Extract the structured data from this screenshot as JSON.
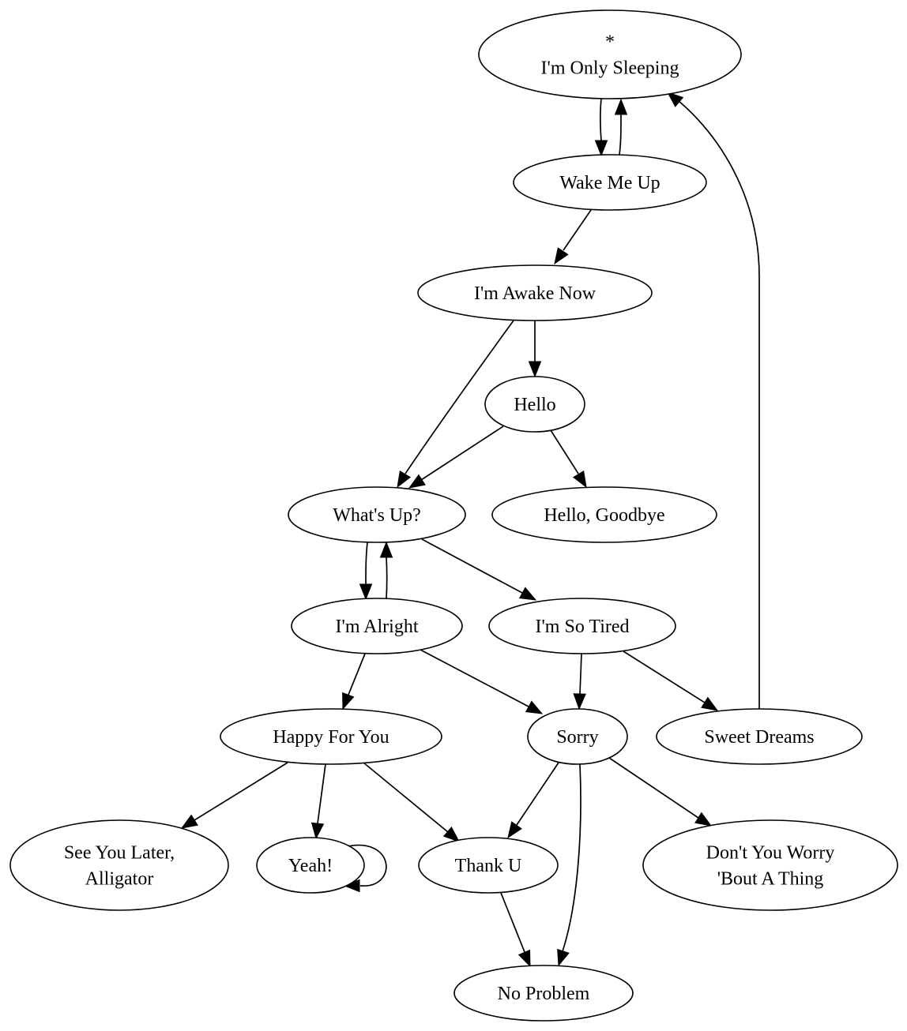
{
  "nodes": [
    {
      "id": "sleeping",
      "lines": [
        "*",
        "I'm Only Sleeping"
      ]
    },
    {
      "id": "wake",
      "lines": [
        "Wake Me Up"
      ]
    },
    {
      "id": "awake",
      "lines": [
        "I'm Awake Now"
      ]
    },
    {
      "id": "hello",
      "lines": [
        "Hello"
      ]
    },
    {
      "id": "whatsup",
      "lines": [
        "What's Up?"
      ]
    },
    {
      "id": "hellogoodbye",
      "lines": [
        "Hello, Goodbye"
      ]
    },
    {
      "id": "alright",
      "lines": [
        "I'm Alright"
      ]
    },
    {
      "id": "tired",
      "lines": [
        "I'm So Tired"
      ]
    },
    {
      "id": "happy",
      "lines": [
        "Happy For You"
      ]
    },
    {
      "id": "sorry",
      "lines": [
        "Sorry"
      ]
    },
    {
      "id": "sweet",
      "lines": [
        "Sweet Dreams"
      ]
    },
    {
      "id": "later",
      "lines": [
        "See You Later,",
        "Alligator"
      ]
    },
    {
      "id": "yeah",
      "lines": [
        "Yeah!"
      ]
    },
    {
      "id": "thanku",
      "lines": [
        "Thank U"
      ]
    },
    {
      "id": "worry",
      "lines": [
        "Don't You Worry",
        "'Bout A Thing"
      ]
    },
    {
      "id": "noproblem",
      "lines": [
        "No Problem"
      ]
    }
  ],
  "edges": [
    {
      "from": "sleeping",
      "to": "wake"
    },
    {
      "from": "wake",
      "to": "sleeping"
    },
    {
      "from": "wake",
      "to": "awake"
    },
    {
      "from": "awake",
      "to": "hello"
    },
    {
      "from": "awake",
      "to": "whatsup"
    },
    {
      "from": "hello",
      "to": "whatsup"
    },
    {
      "from": "hello",
      "to": "hellogoodbye"
    },
    {
      "from": "whatsup",
      "to": "alright"
    },
    {
      "from": "alright",
      "to": "whatsup"
    },
    {
      "from": "whatsup",
      "to": "tired"
    },
    {
      "from": "alright",
      "to": "happy"
    },
    {
      "from": "alright",
      "to": "sorry"
    },
    {
      "from": "tired",
      "to": "sorry"
    },
    {
      "from": "tired",
      "to": "sweet"
    },
    {
      "from": "sweet",
      "to": "sleeping"
    },
    {
      "from": "happy",
      "to": "later"
    },
    {
      "from": "happy",
      "to": "yeah"
    },
    {
      "from": "happy",
      "to": "thanku"
    },
    {
      "from": "yeah",
      "to": "yeah"
    },
    {
      "from": "sorry",
      "to": "thanku"
    },
    {
      "from": "sorry",
      "to": "worry"
    },
    {
      "from": "sorry",
      "to": "noproblem"
    },
    {
      "from": "thanku",
      "to": "noproblem"
    }
  ]
}
